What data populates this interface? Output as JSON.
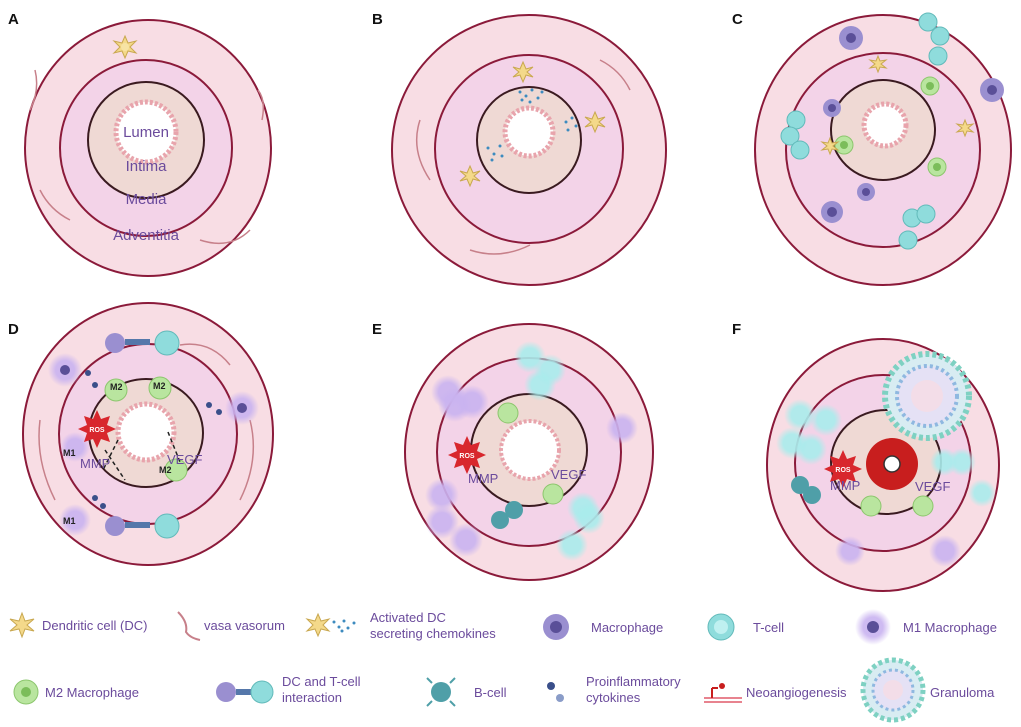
{
  "panels": {
    "a": {
      "label": "A",
      "lumen": "Lumen",
      "intima": "Intima",
      "media": "Media",
      "adventitia": "Adventitia"
    },
    "b": {
      "label": "B"
    },
    "c": {
      "label": "C"
    },
    "d": {
      "label": "D",
      "m2_labels": [
        "M2",
        "M2",
        "M2"
      ],
      "m1_labels": [
        "M1",
        "M1"
      ],
      "ros": "ROS",
      "mmp": "MMP",
      "vegf": "VEGF"
    },
    "e": {
      "label": "E",
      "ros": "ROS",
      "mmp": "MMP",
      "vegf": "VEGF"
    },
    "f": {
      "label": "F",
      "ros": "ROS",
      "mmp": "MMP",
      "vegf": "VEGF"
    }
  },
  "legend": {
    "dendritic_cell": "Dendritic cell (DC)",
    "vasa_vasorum": "vasa vasorum",
    "activated_dc_line1": "Activated DC",
    "activated_dc_line2": "secreting chemokines",
    "macrophage": "Macrophage",
    "t_cell": "T-cell",
    "m1_macrophage": "M1 Macrophage",
    "m2_macrophage": "M2 Macrophage",
    "dc_tcell_line1": "DC and T-cell",
    "dc_tcell_line2": "interaction",
    "b_cell": "B-cell",
    "cytokines_line1": "Proinflammatory",
    "cytokines_line2": "cytokines",
    "neoangiogenesis": "Neoangiogenesis",
    "granuloma": "Granuloma"
  },
  "colors": {
    "wall_outline": "#8b1a3a",
    "adventitia": "#f8dde4",
    "media": "#f3d3e8",
    "intima": "#efd9d4",
    "lumen_edge": "#e8a4ac",
    "label_purple": "#6b4b9c",
    "macrophage": "#9a8fd0",
    "t_cell": "#8fdcdc",
    "m2": "#b9e59f",
    "dendritic": "#f4d98a",
    "ros": "#d8272d",
    "thrombus": "#c81e1e"
  }
}
